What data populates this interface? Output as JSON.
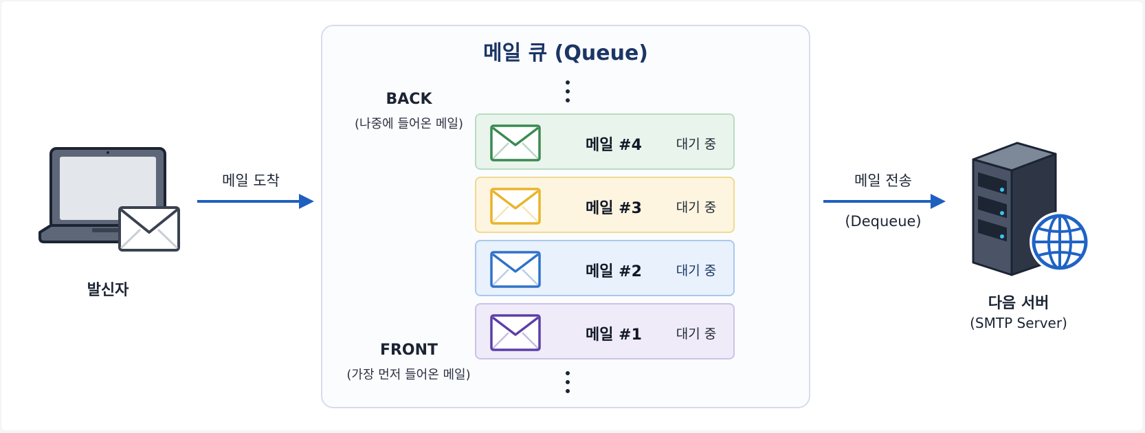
{
  "sender": {
    "label": "발신자"
  },
  "arrival_arrow": {
    "label": "메일 도착"
  },
  "queue": {
    "title": "메일 큐 (Queue)",
    "back": {
      "label": "BACK",
      "sub": "(나중에 들어온 메일)"
    },
    "front": {
      "label": "FRONT",
      "sub": "(가장 먼저 들어온 메일)"
    },
    "items": [
      {
        "label": "메일 #4",
        "status": "대기 중",
        "fill": "#e9f4ec",
        "border": "#b9dcc2",
        "envelope": "#3a8a52",
        "status_color": "#1f2633"
      },
      {
        "label": "메일 #3",
        "status": "대기 중",
        "fill": "#fdf5df",
        "border": "#f0d98f",
        "envelope": "#e9b42a",
        "status_color": "#1f2633"
      },
      {
        "label": "메일 #2",
        "status": "대기 중",
        "fill": "#e8f1fc",
        "border": "#a9c8ee",
        "envelope": "#2f72c9",
        "status_color": "#1b3565"
      },
      {
        "label": "메일 #1",
        "status": "대기 중",
        "fill": "#efebf8",
        "border": "#cdc1e8",
        "envelope": "#5b3fa8",
        "status_color": "#1f2633"
      }
    ]
  },
  "send_arrow": {
    "label": "메일 전송",
    "sub": "(Dequeue)"
  },
  "server": {
    "label": "다음 서버",
    "sub": "(SMTP Server)"
  },
  "colors": {
    "arrow": "#1f5fbf",
    "globe": "#1f63c6",
    "dark": "#1b2433"
  }
}
